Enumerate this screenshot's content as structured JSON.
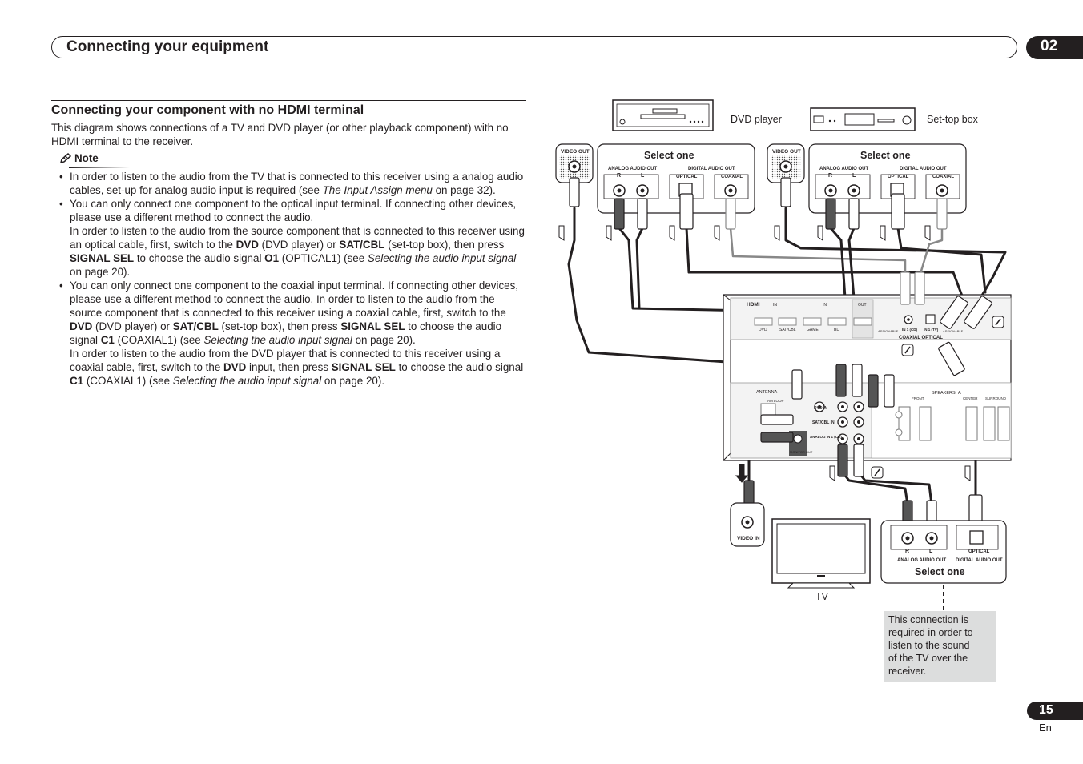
{
  "header": {
    "title": "Connecting your equipment",
    "chapter": "02"
  },
  "section": {
    "heading": "Connecting your component with no HDMI terminal",
    "intro": "This diagram shows connections of a TV and DVD player (or other playback component) with no HDMI terminal to the receiver."
  },
  "note": {
    "label": "Note",
    "bullets": [
      {
        "paragraphs": [
          [
            {
              "t": "In order to listen to the audio from the TV that is connected to this receiver using a analog audio cables, set-up for analog audio input is required (see "
            },
            {
              "t": "The Input Assign menu",
              "s": "i"
            },
            {
              "t": " on page 32)."
            }
          ]
        ]
      },
      {
        "paragraphs": [
          [
            {
              "t": "You can only connect one component to the optical input terminal. If connecting other devices, please use a different method to connect the audio."
            }
          ],
          [
            {
              "t": "In order to listen to the audio from the source component that is connected to this receiver using an optical cable, first, switch to the "
            },
            {
              "t": "DVD",
              "s": "b"
            },
            {
              "t": " (DVD player) or "
            },
            {
              "t": "SAT/CBL",
              "s": "b"
            },
            {
              "t": " (set-top box), then press "
            },
            {
              "t": "SIGNAL SEL",
              "s": "b"
            },
            {
              "t": " to choose the audio signal "
            },
            {
              "t": "O1",
              "s": "b"
            },
            {
              "t": " (OPTICAL1) (see "
            },
            {
              "t": "Selecting the audio input signal",
              "s": "i"
            },
            {
              "t": " on page 20)."
            }
          ]
        ]
      },
      {
        "paragraphs": [
          [
            {
              "t": "You can only connect one component to the coaxial input terminal. If connecting other devices, please use a different method to connect the audio. In order to listen to the audio from the source component that is connected to this receiver using a coaxial cable, first, switch to the "
            },
            {
              "t": "DVD",
              "s": "b"
            },
            {
              "t": " (DVD player) or "
            },
            {
              "t": "SAT/CBL",
              "s": "b"
            },
            {
              "t": " (set-top box), then press "
            },
            {
              "t": "SIGNAL SEL",
              "s": "b"
            },
            {
              "t": " to choose the audio signal "
            },
            {
              "t": "C1",
              "s": "b"
            },
            {
              "t": " (COAXIAL1) (see "
            },
            {
              "t": "Selecting the audio input signal",
              "s": "i"
            },
            {
              "t": " on page 20)."
            }
          ],
          [
            {
              "t": "In order to listen to the audio from the DVD player that is connected to this receiver using a coaxial cable, first, switch to the "
            },
            {
              "t": "DVD",
              "s": "b"
            },
            {
              "t": " input, then press "
            },
            {
              "t": "SIGNAL SEL",
              "s": "b"
            },
            {
              "t": " to choose the audio signal "
            },
            {
              "t": "C1",
              "s": "b"
            },
            {
              "t": " (COAXIAL1) (see "
            },
            {
              "t": "Selecting the audio input signal",
              "s": "i"
            },
            {
              "t": " on page 20)."
            }
          ]
        ]
      }
    ]
  },
  "diagram": {
    "dvd_player": "DVD player",
    "set_top_box": "Set-top box",
    "select_one": "Select one",
    "video_out": "VIDEO OUT",
    "video_in": "VIDEO IN",
    "analog_audio_out": "ANALOG AUDIO OUT",
    "digital_audio_out": "DIGITAL AUDIO OUT",
    "optical": "OPTICAL",
    "coaxial": "COAXIAL",
    "r": "R",
    "l": "L",
    "tv": "TV",
    "receiver": {
      "hdmi": "HDMI",
      "in": "IN",
      "out": "OUT",
      "inputs": [
        "DVD",
        "SAT/CBL",
        "GAME",
        "BD"
      ],
      "assignable": "ASSIGNABLE",
      "in1_cd": "IN 1 (CD)",
      "in1_tv": "IN 1 (TV)",
      "coaxial_optical": "COAXIAL OPTICAL",
      "antenna": "ANTENNA",
      "am_loop": "AM LOOP",
      "dvd_in": "DVD IN",
      "satcbl_in": "SAT/CBL IN",
      "analog_in": "ANALOG IN 1 (CD)",
      "speakers": "SPEAKERS",
      "speakers_badge": "A",
      "front": "FRONT",
      "center": "CENTER",
      "surround": "SURROUND",
      "monitor_out": "MONITOR OUT"
    },
    "callout": "This connection is required in order to listen to the sound of the TV over the receiver."
  },
  "footer": {
    "page_number": "15",
    "language": "En"
  }
}
